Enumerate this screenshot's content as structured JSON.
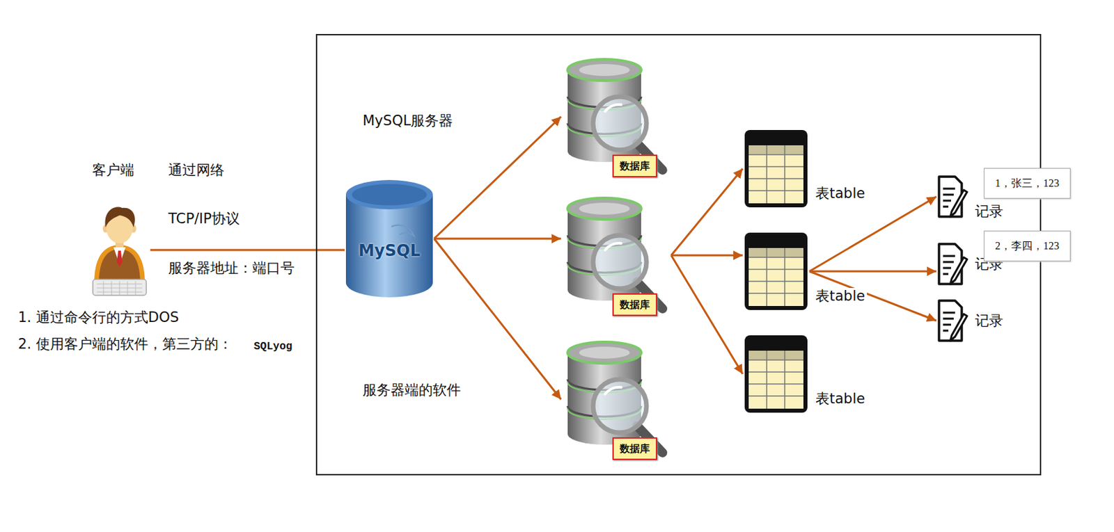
{
  "diagram": {
    "nodes": [
      {
        "text": [
          "客户端"
        ]
      },
      {
        "text": [
          "MySQL服务器",
          "服务器端的软件"
        ]
      },
      {
        "text": [
          "MySQL"
        ],
        "in": 1
      },
      {
        "text": [
          "数据库"
        ],
        "in": 1
      },
      {
        "text": [
          "数据库"
        ],
        "in": 1
      },
      {
        "text": [
          "数据库"
        ],
        "in": 1
      },
      {
        "text": [
          "表table"
        ],
        "in": 1
      },
      {
        "text": [
          "表table"
        ],
        "in": 1
      },
      {
        "text": [
          "表table"
        ],
        "in": 1
      },
      {
        "text": [
          "记录"
        ],
        "in": 1
      },
      {
        "text": [
          "1，张三，123"
        ]
      },
      {
        "text": [
          "记录"
        ],
        "in": 1
      },
      {
        "text": [
          "2，李四，123"
        ]
      },
      {
        "text": [
          "记录"
        ],
        "in": 1
      }
    ],
    "edges": [
      {
        "from": 0,
        "to": 2,
        "arrow": "none"
      },
      {
        "from": 2,
        "to": 3,
        "arrow": "to"
      },
      {
        "from": 2,
        "to": 4,
        "arrow": "to"
      },
      {
        "from": 2,
        "to": 5,
        "arrow": "to"
      },
      {
        "from": 4,
        "to": 6,
        "arrow": "to"
      },
      {
        "from": 4,
        "to": 7,
        "arrow": "to"
      },
      {
        "from": 4,
        "to": 8,
        "arrow": "to"
      },
      {
        "from": 7,
        "to": 9,
        "arrow": "to"
      },
      {
        "from": 7,
        "to": 11,
        "arrow": "to"
      },
      {
        "from": 7,
        "to": 13,
        "arrow": "to"
      }
    ],
    "labels": [
      "通过网络",
      "TCP/IP协议",
      "服务器地址：端口号",
      "1. 通过命令行的方式DOS",
      "2. 使用客户端的软件，第三方的：",
      "SQLyog"
    ]
  }
}
